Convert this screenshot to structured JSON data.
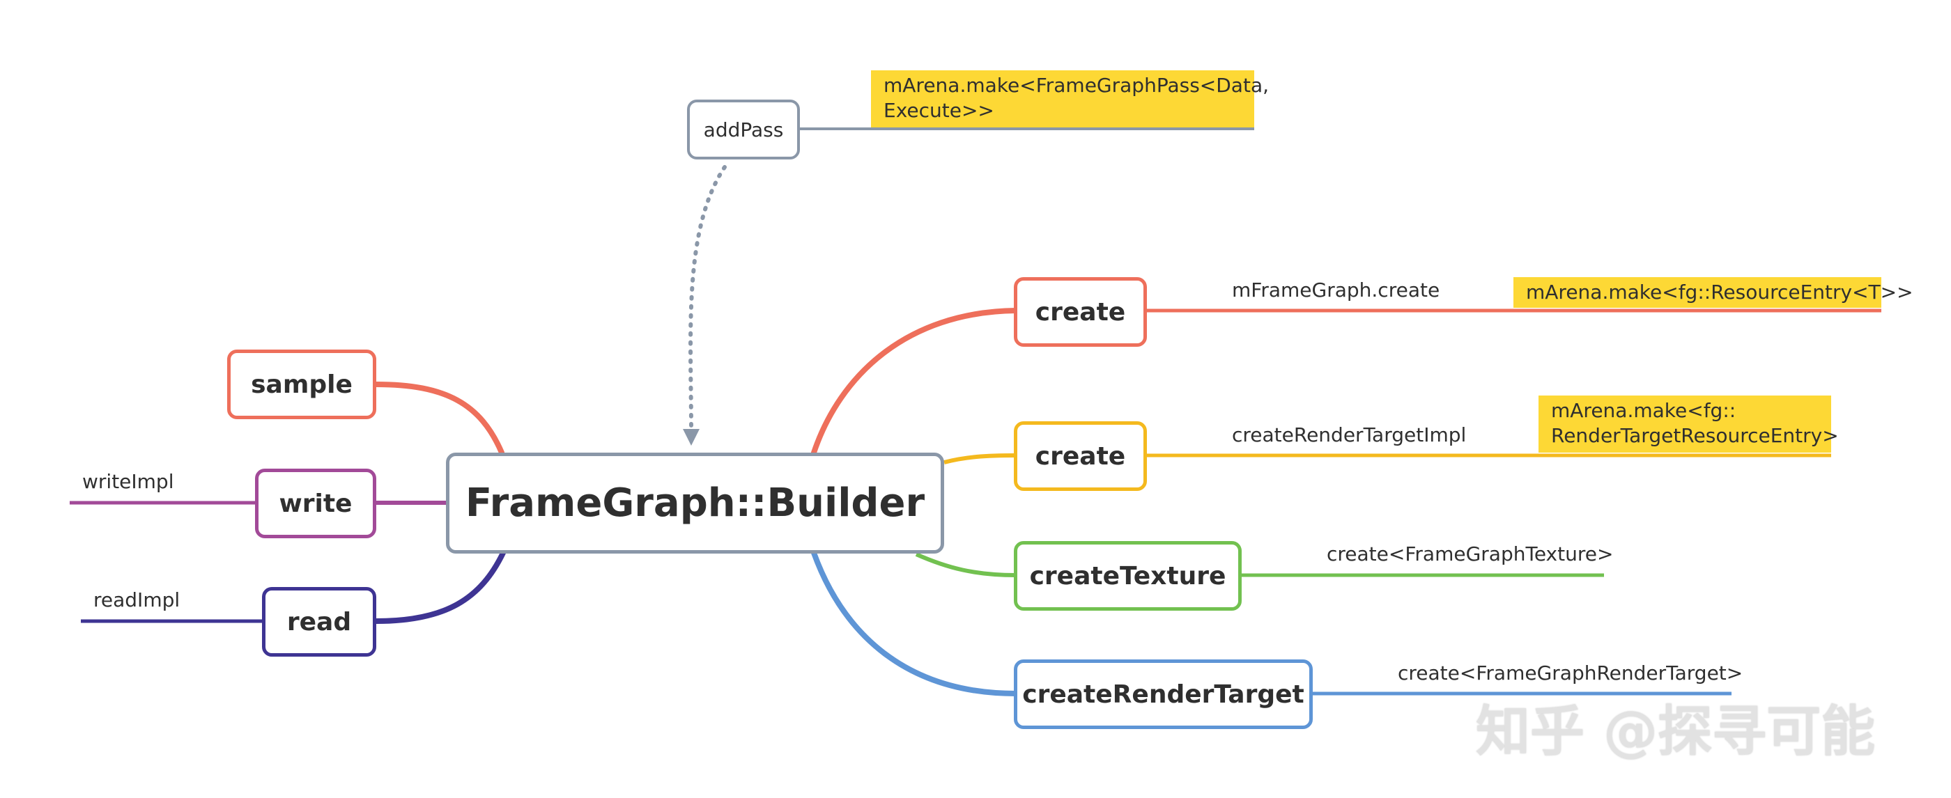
{
  "colors": {
    "red": "#ee6f5b",
    "yellow": "#f4b91e",
    "green": "#72c150",
    "blue": "#5e95d6",
    "purple": "#a24a98",
    "indigo": "#3e3493",
    "gray": "#8a97a8",
    "note": "#fdd835"
  },
  "central": {
    "label": "FrameGraph::Builder"
  },
  "left_nodes": {
    "sample": {
      "label": "sample"
    },
    "write": {
      "label": "write",
      "detail": "writeImpl"
    },
    "read": {
      "label": "read",
      "detail": "readImpl"
    }
  },
  "top_node": {
    "label": "addPass",
    "note_lines": [
      "mArena.make<FrameGraphPass<Data,",
      "Execute>>"
    ]
  },
  "right_nodes": {
    "create1": {
      "label": "create",
      "detail": "mFrameGraph.create",
      "note_lines": [
        "mArena.make<fg::ResourceEntry<T>>"
      ]
    },
    "create2": {
      "label": "create",
      "detail": "createRenderTargetImpl",
      "note_lines": [
        "mArena.make<fg::",
        "RenderTargetResourceEntry>"
      ]
    },
    "create_texture": {
      "label": "createTexture",
      "detail": "create<FrameGraphTexture>"
    },
    "create_render_target": {
      "label": "createRenderTarget",
      "detail": "create<FrameGraphRenderTarget>"
    }
  },
  "watermark": "知乎 @探寻可能"
}
